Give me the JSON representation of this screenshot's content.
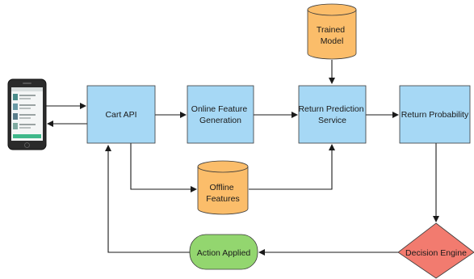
{
  "nodes": {
    "cart_api": "Cart API",
    "online_feature_generation": [
      "Online Feature",
      "Generation"
    ],
    "return_prediction_service": [
      "Return Prediction",
      "Service"
    ],
    "return_probability": "Return Probability",
    "trained_model": [
      "Trained",
      "Model"
    ],
    "offline_features": [
      "Offline",
      "Features"
    ],
    "decision_engine": "Decision Engine",
    "action_applied": "Action Applied"
  },
  "colors": {
    "process_box": "#a6d8f5",
    "data_store": "#fbbd6a",
    "decision": "#f27b6f",
    "action": "#93d66f"
  }
}
